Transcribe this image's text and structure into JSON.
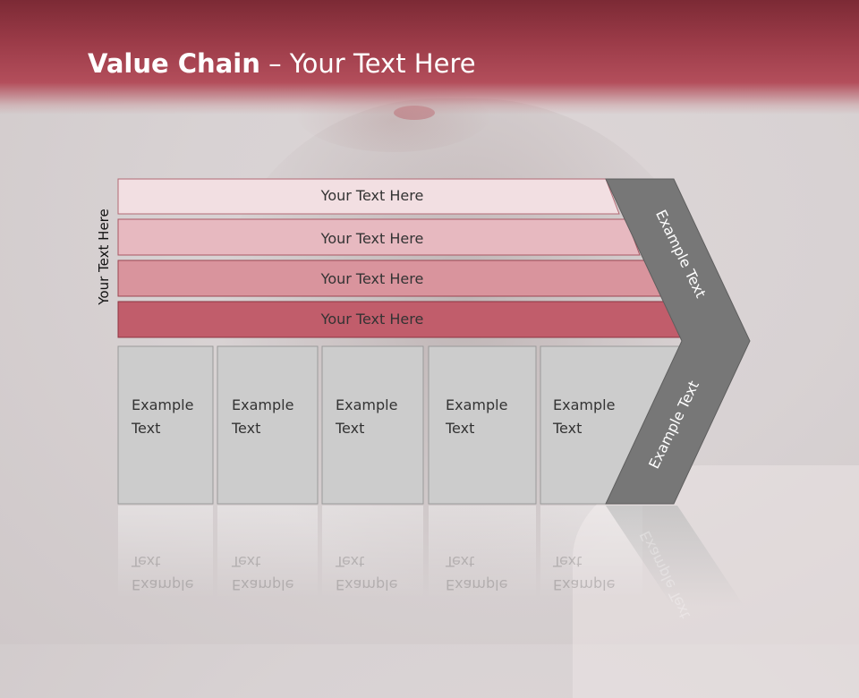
{
  "title": {
    "bold": "Value Chain",
    "rest": " – Your Text Here"
  },
  "side_label": "Your Text Here",
  "rows": [
    {
      "label": "Your Text Here",
      "color": "#f2dfe2"
    },
    {
      "label": "Your Text Here",
      "color": "#e7b9c0"
    },
    {
      "label": "Your Text Here",
      "color": "#d9949d"
    },
    {
      "label": "Your Text Here",
      "color": "#c15d6b"
    }
  ],
  "columns": [
    {
      "line1": "Example",
      "line2": "Text"
    },
    {
      "line1": "Example",
      "line2": "Text"
    },
    {
      "line1": "Example",
      "line2": "Text"
    },
    {
      "line1": "Example",
      "line2": "Text"
    },
    {
      "line1": "Example",
      "line2": "Text"
    }
  ],
  "arrow": {
    "upper": "Example Text",
    "lower": "Example Text",
    "color": "#777777"
  },
  "colors": {
    "header": "#9a3a47",
    "box": "#cccccc"
  }
}
